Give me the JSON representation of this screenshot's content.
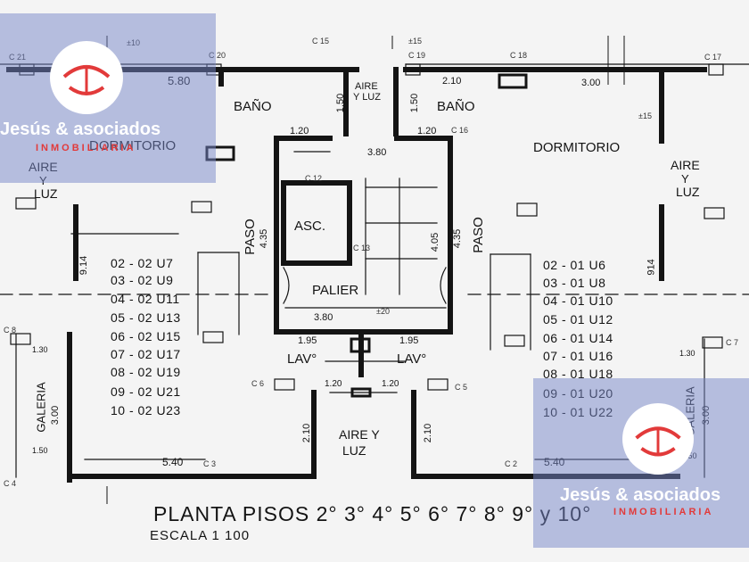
{
  "rooms": {
    "bano_left": "BAÑO",
    "bano_right": "BAÑO",
    "dormitorio_left": "DORMITORIO",
    "dormitorio_right": "DORMITORIO",
    "aire_luz_top": [
      "AIRE",
      "Y LUZ"
    ],
    "aire_luz_left": [
      "AIRE",
      "Y",
      "LUZ"
    ],
    "aire_luz_right": [
      "AIRE",
      "Y",
      "LUZ"
    ],
    "aire_luz_bottom": [
      "AIRE Y",
      "LUZ"
    ],
    "asc": "ASC.",
    "palier": "PALIER",
    "paso_left": "PASO",
    "paso_right": "PASO",
    "lav_left": "LAV°",
    "lav_right": "LAV°",
    "galeria_left": "GALERIA",
    "galeria_right": "GALERIA"
  },
  "units_left": [
    "02 - 02 U7",
    "03 - 02 U9",
    "04 - 02 U11",
    "05 - 02 U13",
    "06 - 02 U15",
    "07 - 02 U17",
    "08 - 02 U19",
    "09 - 02 U21",
    "10 - 02 U23"
  ],
  "units_right": [
    "02 - 01 U6",
    "03 - 01 U8",
    "04 - 01 U10",
    "05 - 01 U12",
    "06 - 01 U14",
    "07 - 01 U16",
    "08 - 01 U18",
    "09 - 01 U20",
    "10 - 01 U22"
  ],
  "dimensions": {
    "d580": "5.80",
    "d150a": "1.50",
    "d150b": "1.50",
    "d210top": "2.10",
    "d300top": "3.00",
    "d120a": "1.20",
    "d120b": "1.20",
    "d380top": "3.80",
    "d380bot": "3.80",
    "d435l": "4.35",
    "d435r": "4.35",
    "d914l": "9.14",
    "d914r": "914",
    "d195l": "1.95",
    "d195r": "1.95",
    "d540l": "5.40",
    "d540r": "5.40",
    "d210a": "2.10",
    "d210b": "2.10",
    "d300l": "3.00",
    "d300r": "3.00",
    "d130a": "1.30",
    "d130b": "1.30",
    "d150c": "1.50",
    "d150d": "1.50",
    "d120c": "1.20",
    "d120d": "1.20",
    "d405": "4.05"
  },
  "marks": {
    "c21": "C 21",
    "c20": "C 20",
    "c19": "C 19",
    "c18": "C 18",
    "c17": "C 17",
    "c15": "C 15",
    "c16": "C 16",
    "c6": "C 6",
    "c5": "C 5",
    "c3": "C 3",
    "c2": "C 2",
    "c4": "C 4",
    "c7": "C 7",
    "c8": "C 8",
    "c12": "C 12",
    "c13": "C 13",
    "h15a": "±15",
    "h15b": "±15",
    "h20": "±20",
    "h10": "±10"
  },
  "watermark": {
    "brand": "Jesús & asociados",
    "sub": "INMOBILIARIA"
  },
  "title": "PLANTA PISOS 2° 3° 4° 5° 6° 7° 8° 9° y 10°",
  "scale": "ESCALA   1 100",
  "colors": {
    "ink": "#141414",
    "paper": "#f4f4f4",
    "watermark_box": "#7686c8",
    "logo_red": "#e23a3a"
  }
}
